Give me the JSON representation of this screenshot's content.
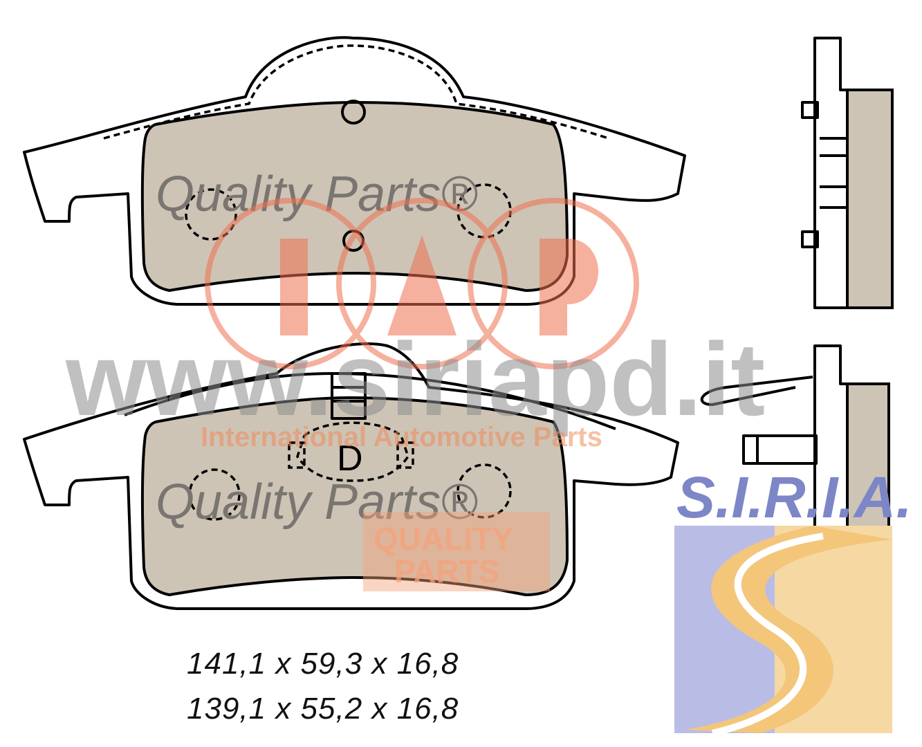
{
  "pads": [
    {
      "watermark_text": "Quality Parts®"
    },
    {
      "watermark_text": "Quality Parts®",
      "marker": "D"
    }
  ],
  "dimensions": [
    "141,1 x 59,3 x 16,8",
    "139,1 x 55,2 x 16,8"
  ],
  "watermark": {
    "url": "www.siriapd.it",
    "tagline": "International Automotive Parts",
    "badge_line1": "QUALITY",
    "badge_line2": "PARTS"
  },
  "brand": {
    "name": "S.I.R.I.A.",
    "colors": {
      "pad_fill": "#cdc4b6",
      "watermark_orange": "#f08a5a",
      "brand_blue": "#7d86c6",
      "brand_yellow": "#f3c67a"
    }
  }
}
